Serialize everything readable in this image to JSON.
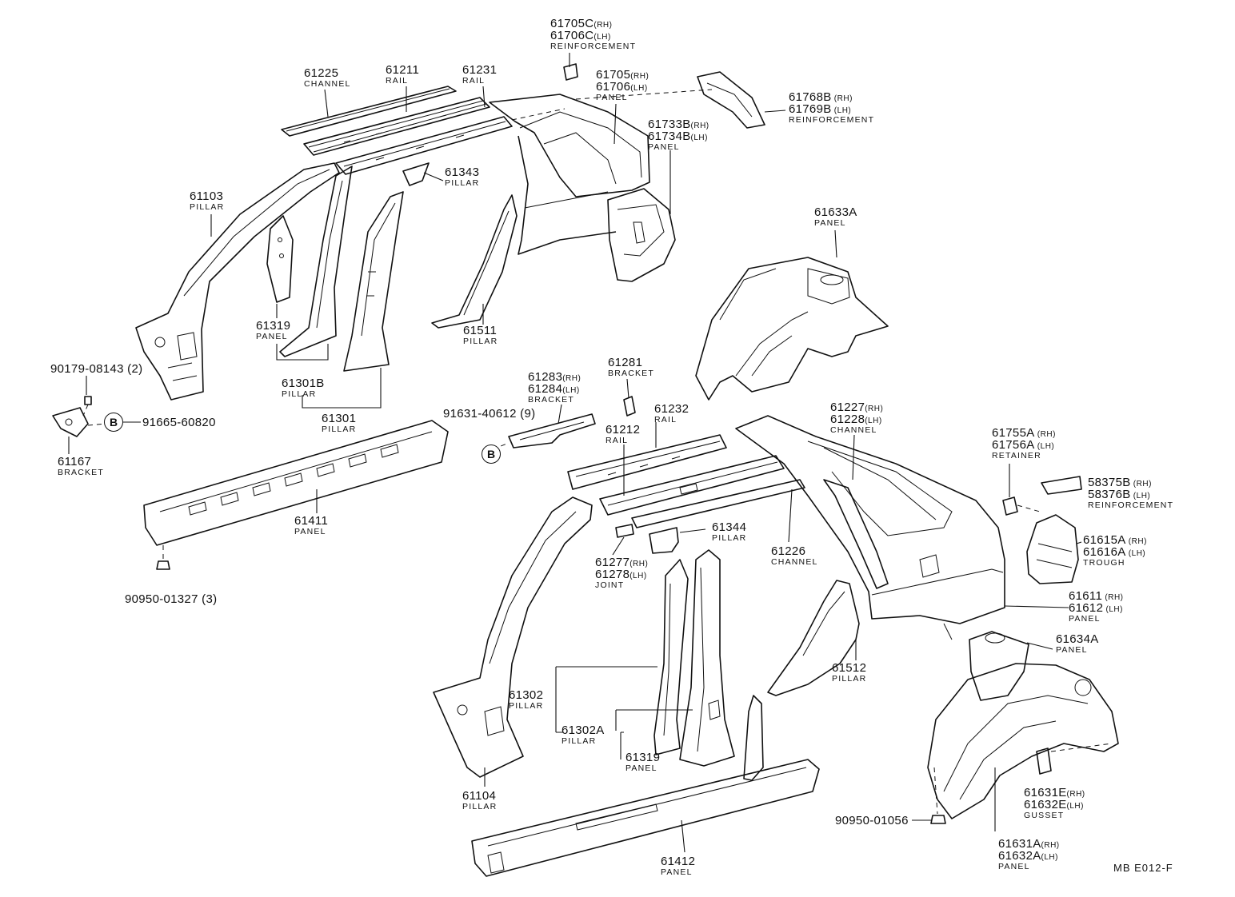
{
  "diagram_code": "MB  E012-F",
  "circle_b": "B",
  "labels": [
    {
      "id": "61705c",
      "lines": [
        {
          "num": "61705C",
          "sfx": "(RH)"
        },
        {
          "num": "61706C",
          "sfx": "(LH)"
        }
      ],
      "name": "REINFORCEMENT"
    },
    {
      "id": "61225",
      "lines": [
        {
          "num": "61225",
          "sfx": ""
        }
      ],
      "name": "CHANNEL"
    },
    {
      "id": "61211",
      "lines": [
        {
          "num": "61211",
          "sfx": ""
        }
      ],
      "name": "RAIL"
    },
    {
      "id": "61231",
      "lines": [
        {
          "num": "61231",
          "sfx": ""
        }
      ],
      "name": "RAIL"
    },
    {
      "id": "61705",
      "lines": [
        {
          "num": "61705",
          "sfx": "(RH)"
        },
        {
          "num": "61706",
          "sfx": "(LH)"
        }
      ],
      "name": "PANEL"
    },
    {
      "id": "61768b",
      "lines": [
        {
          "num": "61768B",
          "sfx": " (RH)"
        },
        {
          "num": "61769B",
          "sfx": " (LH)"
        }
      ],
      "name": "REINFORCEMENT"
    },
    {
      "id": "61733b",
      "lines": [
        {
          "num": "61733B",
          "sfx": "(RH)"
        },
        {
          "num": "61734B",
          "sfx": "(LH)"
        }
      ],
      "name": "PANEL"
    },
    {
      "id": "61343",
      "lines": [
        {
          "num": "61343",
          "sfx": ""
        }
      ],
      "name": "PILLAR"
    },
    {
      "id": "61103",
      "lines": [
        {
          "num": "61103",
          "sfx": ""
        }
      ],
      "name": "PILLAR"
    },
    {
      "id": "61633a",
      "lines": [
        {
          "num": "61633A",
          "sfx": ""
        }
      ],
      "name": "PANEL"
    },
    {
      "id": "61319a",
      "lines": [
        {
          "num": "61319",
          "sfx": ""
        }
      ],
      "name": "PANEL"
    },
    {
      "id": "61511",
      "lines": [
        {
          "num": "61511",
          "sfx": ""
        }
      ],
      "name": "PILLAR"
    },
    {
      "id": "61301b",
      "lines": [
        {
          "num": "61301B",
          "sfx": ""
        }
      ],
      "name": "PILLAR"
    },
    {
      "id": "90179",
      "lines": [
        {
          "num": "90179-08143 (2)",
          "sfx": ""
        }
      ],
      "name": ""
    },
    {
      "id": "61283",
      "lines": [
        {
          "num": "61283",
          "sfx": "(RH)"
        },
        {
          "num": "61284",
          "sfx": "(LH)"
        }
      ],
      "name": "BRACKET"
    },
    {
      "id": "61281",
      "lines": [
        {
          "num": "61281",
          "sfx": ""
        }
      ],
      "name": "BRACKET"
    },
    {
      "id": "61301",
      "lines": [
        {
          "num": "61301",
          "sfx": ""
        }
      ],
      "name": "PILLAR"
    },
    {
      "id": "91631",
      "lines": [
        {
          "num": "91631-40612 (9)",
          "sfx": ""
        }
      ],
      "name": ""
    },
    {
      "id": "61232",
      "lines": [
        {
          "num": "61232",
          "sfx": ""
        }
      ],
      "name": "RAIL"
    },
    {
      "id": "61227",
      "lines": [
        {
          "num": "61227",
          "sfx": "(RH)"
        },
        {
          "num": "61228",
          "sfx": "(LH)"
        }
      ],
      "name": "CHANNEL"
    },
    {
      "id": "91665",
      "lines": [
        {
          "num": "91665-60820",
          "sfx": ""
        }
      ],
      "name": ""
    },
    {
      "id": "61212",
      "lines": [
        {
          "num": "61212",
          "sfx": ""
        }
      ],
      "name": "RAIL"
    },
    {
      "id": "61755a",
      "lines": [
        {
          "num": "61755A",
          "sfx": " (RH)"
        },
        {
          "num": "61756A",
          "sfx": " (LH)"
        }
      ],
      "name": "RETAINER"
    },
    {
      "id": "61167",
      "lines": [
        {
          "num": "61167",
          "sfx": ""
        }
      ],
      "name": "BRACKET"
    },
    {
      "id": "58375b",
      "lines": [
        {
          "num": "58375B",
          "sfx": " (RH)"
        },
        {
          "num": "58376B",
          "sfx": " (LH)"
        }
      ],
      "name": "REINFORCEMENT"
    },
    {
      "id": "61411",
      "lines": [
        {
          "num": "61411",
          "sfx": ""
        }
      ],
      "name": "PANEL"
    },
    {
      "id": "61344",
      "lines": [
        {
          "num": "61344",
          "sfx": ""
        }
      ],
      "name": "PILLAR"
    },
    {
      "id": "61615a",
      "lines": [
        {
          "num": "61615A",
          "sfx": " (RH)"
        },
        {
          "num": "61616A",
          "sfx": " (LH)"
        }
      ],
      "name": "TROUGH"
    },
    {
      "id": "61226",
      "lines": [
        {
          "num": "61226",
          "sfx": ""
        }
      ],
      "name": "CHANNEL"
    },
    {
      "id": "61277",
      "lines": [
        {
          "num": "61277",
          "sfx": "(RH)"
        },
        {
          "num": "61278",
          "sfx": "(LH)"
        }
      ],
      "name": "JOINT"
    },
    {
      "id": "90950a",
      "lines": [
        {
          "num": "90950-01327 (3)",
          "sfx": ""
        }
      ],
      "name": ""
    },
    {
      "id": "61611",
      "lines": [
        {
          "num": "61611",
          "sfx": " (RH)"
        },
        {
          "num": "61612",
          "sfx": " (LH)"
        }
      ],
      "name": "PANEL"
    },
    {
      "id": "61634a",
      "lines": [
        {
          "num": "61634A",
          "sfx": ""
        }
      ],
      "name": "PANEL"
    },
    {
      "id": "61302",
      "lines": [
        {
          "num": "61302",
          "sfx": ""
        }
      ],
      "name": "PILLAR"
    },
    {
      "id": "61512",
      "lines": [
        {
          "num": "61512",
          "sfx": ""
        }
      ],
      "name": "PILLAR"
    },
    {
      "id": "61302a",
      "lines": [
        {
          "num": "61302A",
          "sfx": ""
        }
      ],
      "name": "PILLAR"
    },
    {
      "id": "61319b",
      "lines": [
        {
          "num": "61319",
          "sfx": ""
        }
      ],
      "name": "PANEL"
    },
    {
      "id": "61631e",
      "lines": [
        {
          "num": "61631E",
          "sfx": "(RH)"
        },
        {
          "num": "61632E",
          "sfx": "(LH)"
        }
      ],
      "name": "GUSSET"
    },
    {
      "id": "61104",
      "lines": [
        {
          "num": "61104",
          "sfx": ""
        }
      ],
      "name": "PILLAR"
    },
    {
      "id": "90950b",
      "lines": [
        {
          "num": "90950-01056",
          "sfx": ""
        }
      ],
      "name": ""
    },
    {
      "id": "61631a",
      "lines": [
        {
          "num": "61631A",
          "sfx": "(RH)"
        },
        {
          "num": "61632A",
          "sfx": "(LH)"
        }
      ],
      "name": "PANEL"
    },
    {
      "id": "61412",
      "lines": [
        {
          "num": "61412",
          "sfx": ""
        }
      ],
      "name": "PANEL"
    }
  ]
}
